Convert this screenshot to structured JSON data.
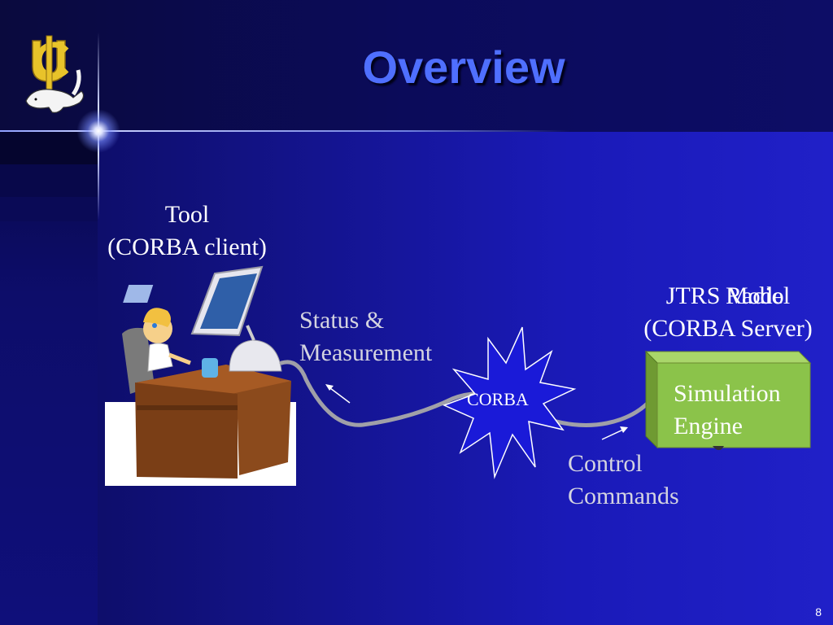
{
  "slide": {
    "title": "Overview",
    "page_number": "8"
  },
  "diagram": {
    "tool_label": [
      "Tool",
      "(CORBA client)"
    ],
    "status_label": [
      "Status &",
      "Measurement"
    ],
    "control_label": [
      "Control",
      "Commands"
    ],
    "server_label": [
      "JTRS Model",
      "(CORBA Server)"
    ],
    "server_overlap_word": "Radio",
    "middleware_label": "CORBA",
    "engine_label": [
      "Simulation",
      "Engine"
    ]
  },
  "icons": {
    "logo": "uci-anteater-logo-icon",
    "user": "user-at-computer-illustration",
    "middleware": "starburst-icon",
    "engine": "green-box-icon"
  },
  "colors": {
    "title": "#4f6fff",
    "star_fill": "#1a1ad8",
    "engine_fill": "#8bc34a",
    "cable": "#a0a0a8"
  }
}
